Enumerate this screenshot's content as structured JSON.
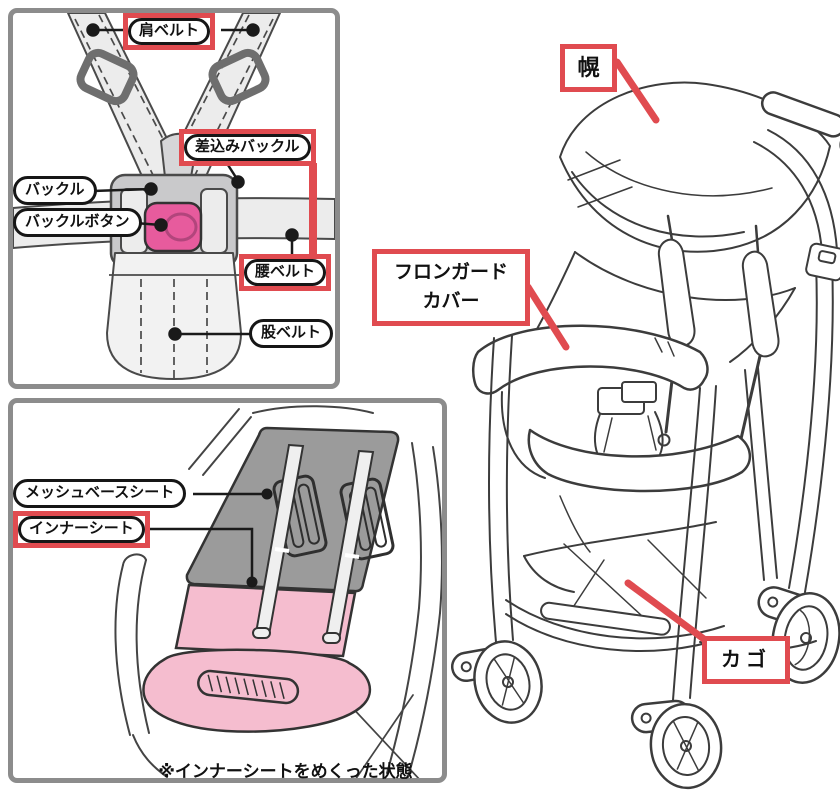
{
  "panels": {
    "harness": {
      "labels": {
        "shoulder_belt": "肩ベルト",
        "insert_buckle": "差込みバックル",
        "buckle": "バックル",
        "buckle_button": "バックルボタン",
        "waist_belt": "腰ベルト",
        "crotch_belt": "股ベルト"
      }
    },
    "seat": {
      "labels": {
        "mesh_base_seat": "メッシュベースシート",
        "inner_seat": "インナーシート"
      },
      "caption": "※インナーシートをめくった状態"
    }
  },
  "stroller": {
    "labels": {
      "hood": "幌",
      "front_guard_cover_line1": "フロンガード",
      "front_guard_cover_line2": "カバー",
      "basket": "カゴ"
    }
  },
  "colors": {
    "accent_red": "#e04b50",
    "buckle_button_pink": "#e75b9d",
    "inner_seat_pink": "#f5bdcf",
    "mesh_seat_gray": "#9b9b9b",
    "panel_border_gray": "#8c8c8c"
  }
}
